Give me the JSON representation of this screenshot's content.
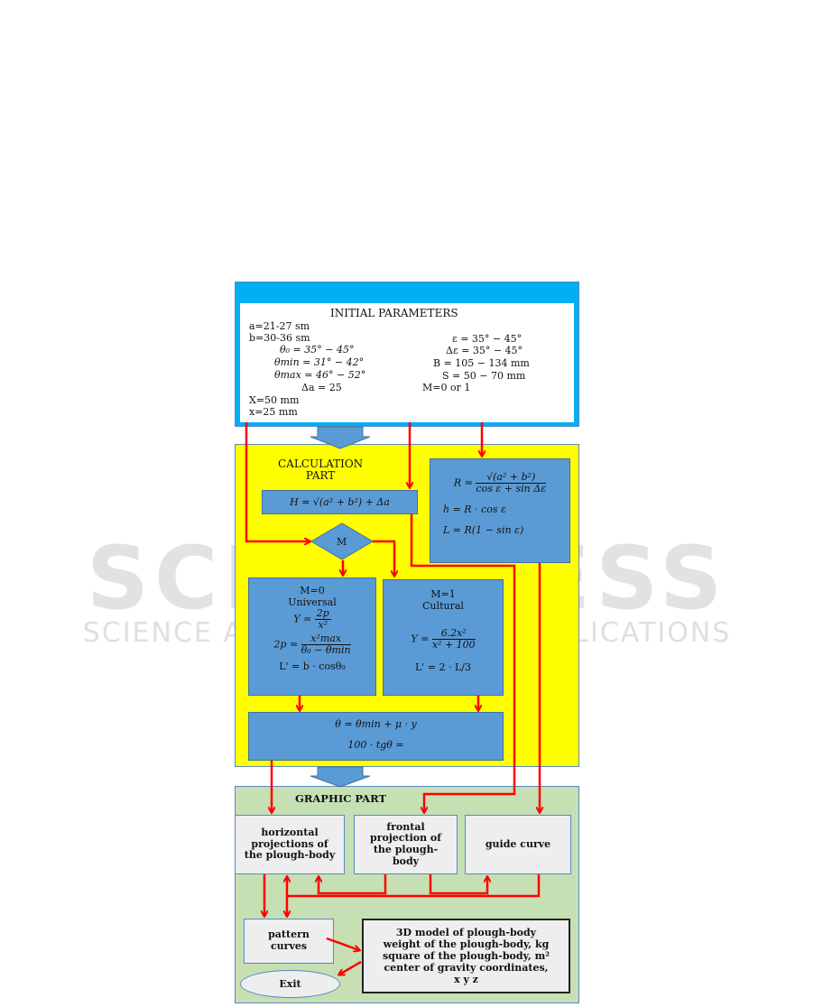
{
  "watermark": {
    "line1": "SCITEPRESS",
    "line2": "SCIENCE AND TECHNOLOGY PUBLICATIONS"
  },
  "initial": {
    "title": "INITIAL PARAMETERS",
    "a": "a=21-27 sm",
    "b": "b=30-36 sm",
    "theta0": "θ₀ = 35° − 45°",
    "theta_min": "θmin = 31° − 42°",
    "theta_max": "θmax = 46° − 52°",
    "delta_a": "Δa = 25",
    "X": "X=50 mm",
    "x": "x=25 mm",
    "eps": "ε = 35° − 45°",
    "delta_eps": "Δε = 35° − 45°",
    "B": "B = 105 − 134 mm",
    "S": "S = 50 − 70 mm",
    "M": "M=0 or 1"
  },
  "calc": {
    "title_line1": "CALCULATION",
    "title_line2": "PART",
    "H": "H = √(a² + b²) + Δa",
    "R_lhs": "R =",
    "R_num": "√(a² + b²)",
    "R_den": "cos ε + sin Δε",
    "h": "h = R · cos ε",
    "L": "L = R(1 − sin ε)",
    "decision": "M",
    "m0": {
      "title1": "M=0",
      "title2": "Universal",
      "Y_lhs": "Y =",
      "Y_num": "2p",
      "Y_den": "x²",
      "p_lhs": "2p =",
      "p_num": "x²max",
      "p_den": "θ₀ − θmin",
      "Lp": "L' = b · cosθ₀"
    },
    "m1": {
      "title1": "M=1",
      "title2": "Cultural",
      "Y_lhs": "Y =",
      "Y_num": "6.2x²",
      "Y_den": "x² + 100",
      "Lp": "L' = 2 · L/3"
    },
    "theta": "θ = θmin + μ · y",
    "tg": "100 · tgθ ="
  },
  "graphic": {
    "title": "GRAPHIC PART",
    "horizontal": "horizontal projections of the plough-body",
    "frontal": "frontal projection of the plough-body",
    "guide": "guide curve",
    "pattern": "pattern curves",
    "model": [
      "3D model of plough-body",
      "weight of the plough-body, kg",
      "square of the plough-body, m²",
      "center of gravity coordinates,",
      "x y z"
    ],
    "exit": "Exit"
  },
  "colors": {
    "init": "#00b0f0",
    "calc": "#ffff00",
    "graphic": "#c6e0b4",
    "box": "#5b9bd5",
    "arrow": "#ff0000"
  }
}
